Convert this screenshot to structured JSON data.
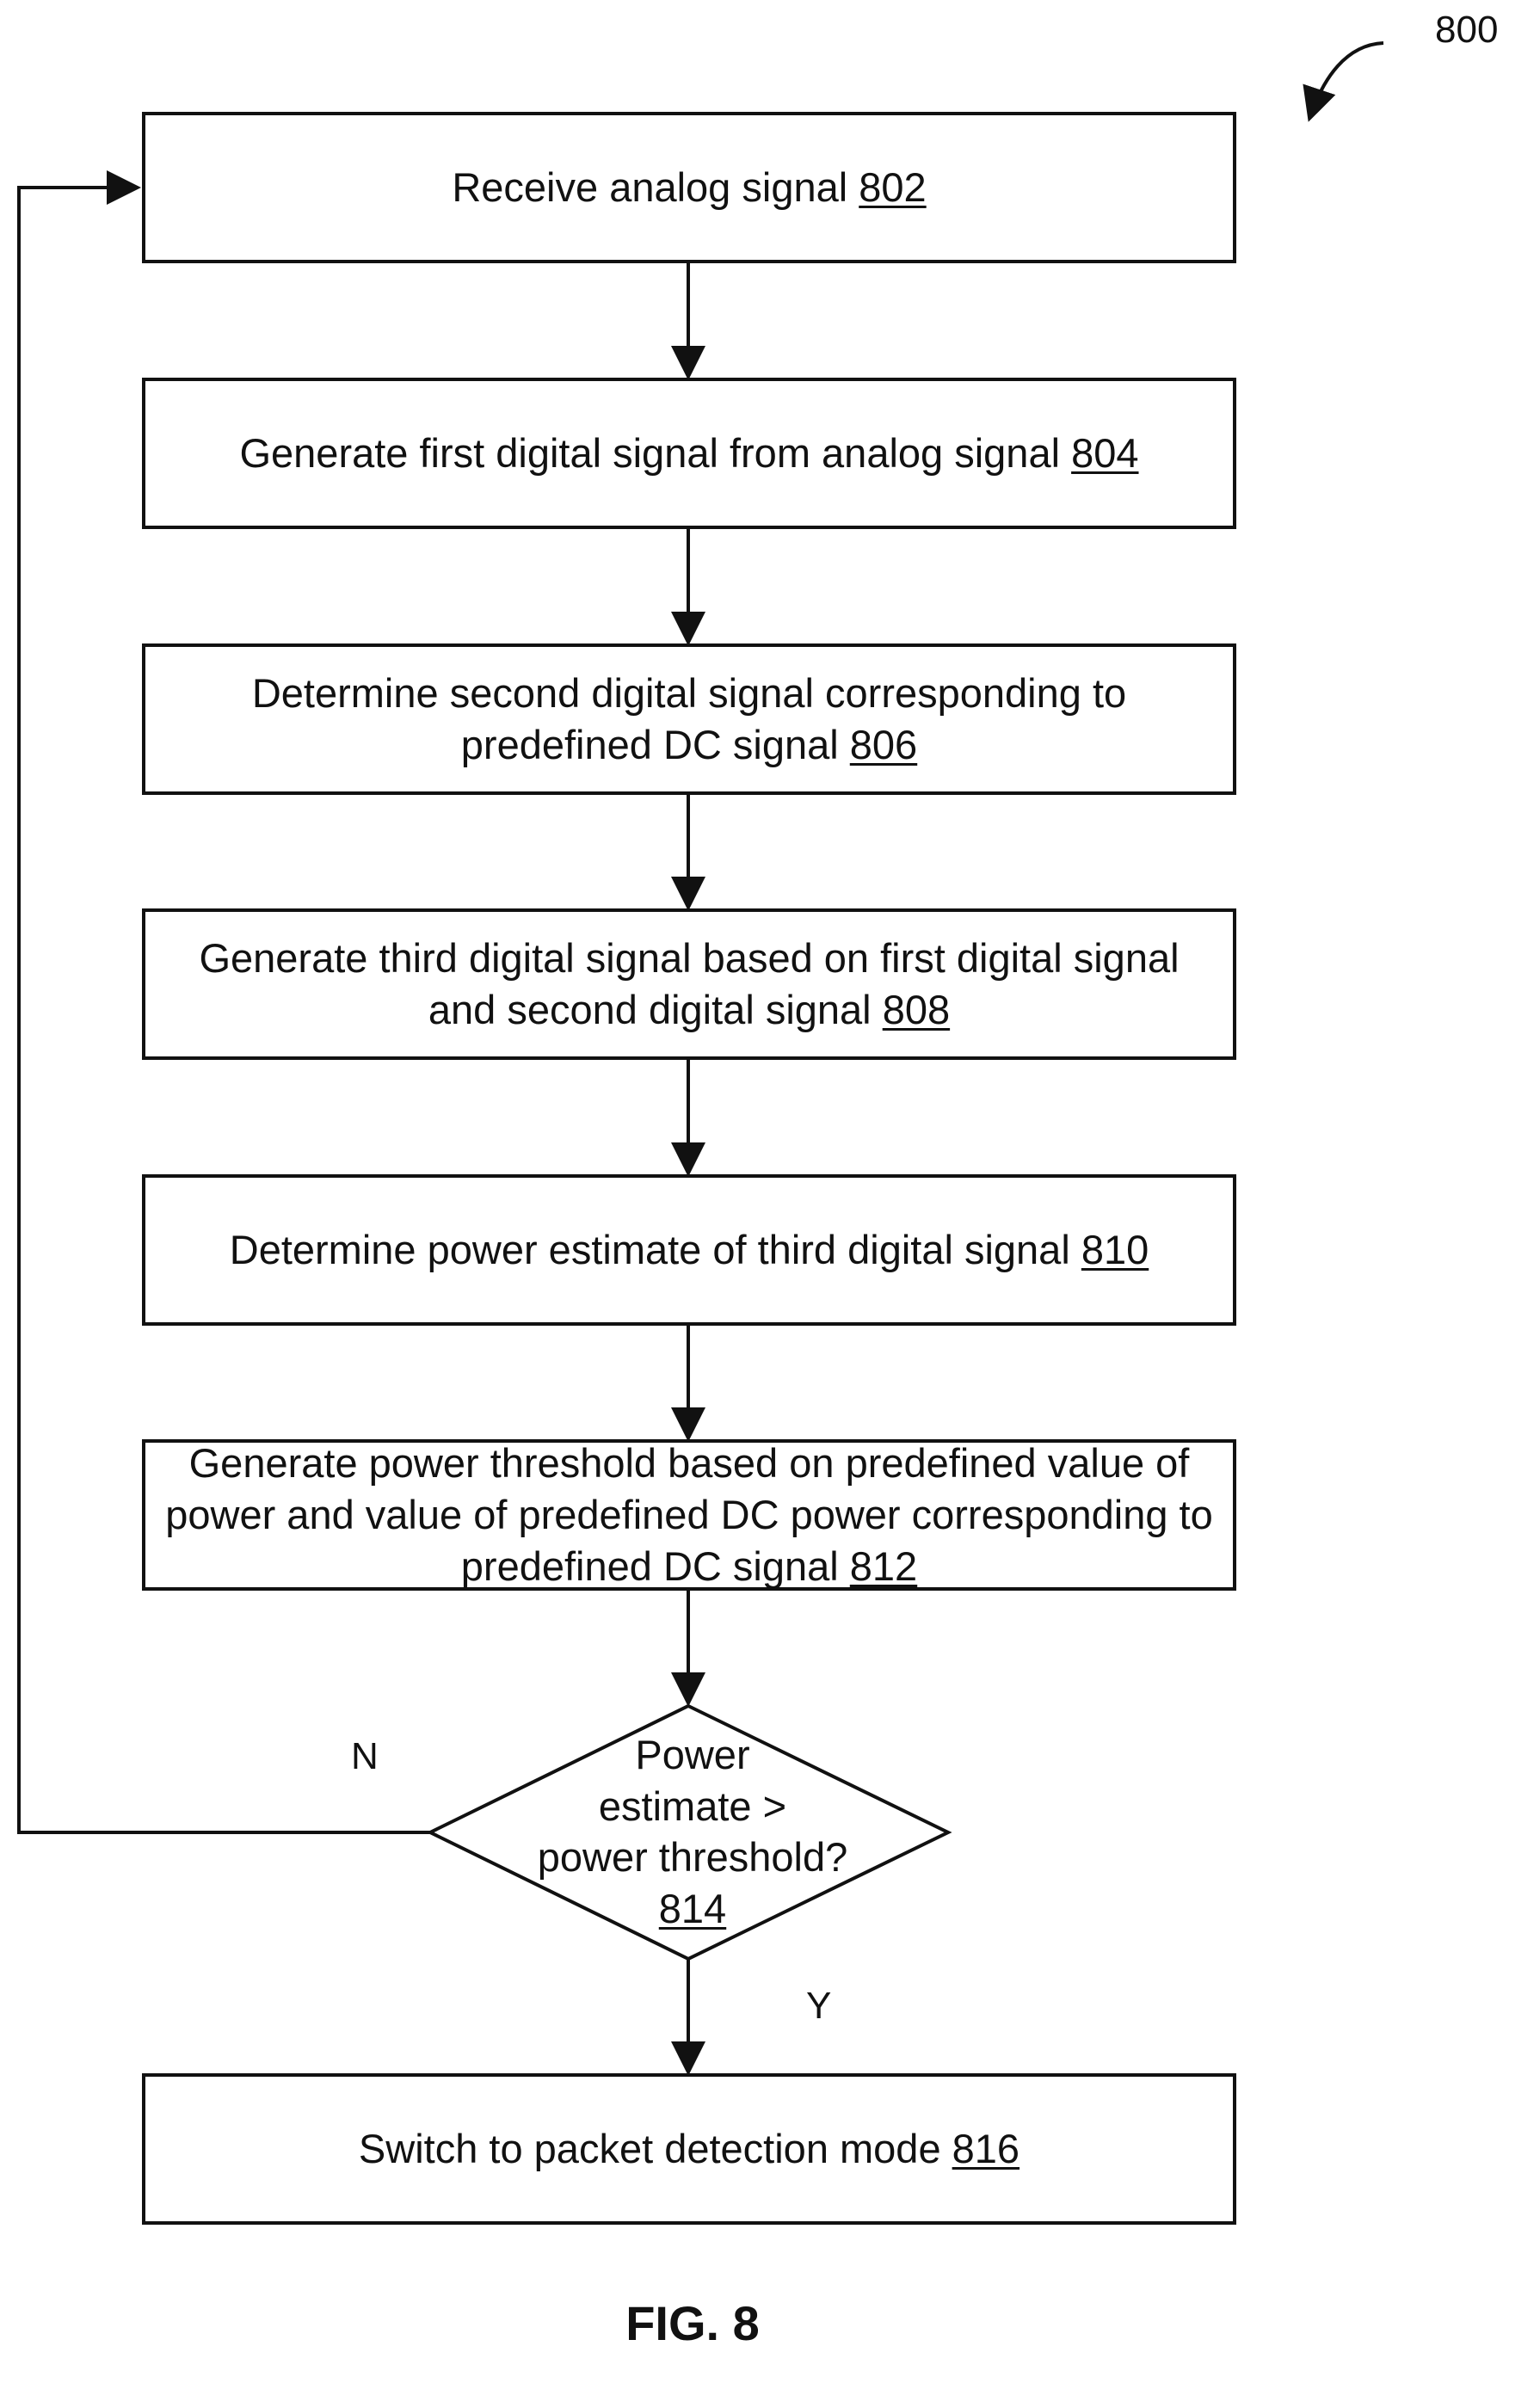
{
  "figure_number": "800",
  "figure_caption": "FIG. 8",
  "steps": [
    {
      "text": "Receive analog signal ",
      "ref": "802"
    },
    {
      "text": "Generate first digital signal from analog signal ",
      "ref": "804"
    },
    {
      "text": "Determine second digital signal corresponding to predefined DC signal ",
      "ref": "806"
    },
    {
      "text": "Generate third digital signal based on first digital signal and second digital signal ",
      "ref": "808"
    },
    {
      "text": "Determine power estimate of third digital signal ",
      "ref": "810"
    },
    {
      "text": "Generate power threshold based on predefined value of power and value of predefined DC power corresponding to predefined DC signal ",
      "ref": "812"
    }
  ],
  "decision": {
    "line1": "Power",
    "line2": "estimate >",
    "line3": "power threshold?",
    "ref": "814"
  },
  "branch_no": "N",
  "branch_yes": "Y",
  "final_step": {
    "text": "Switch to packet detection mode ",
    "ref": "816"
  }
}
